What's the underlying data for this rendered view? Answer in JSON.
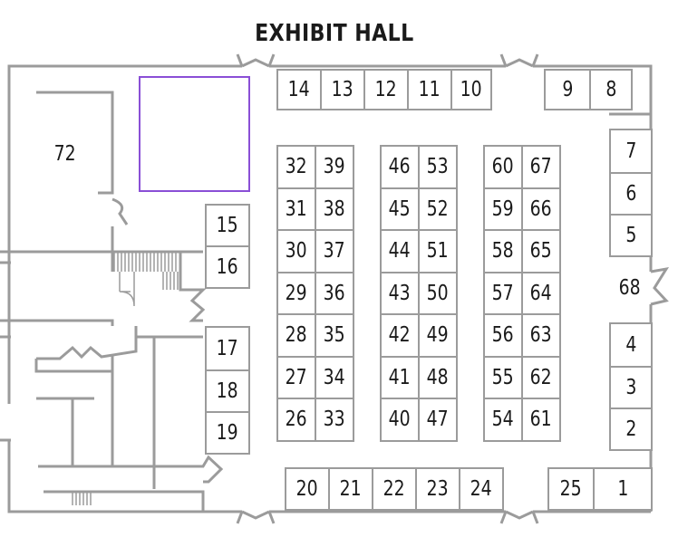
{
  "title": "EXHIBIT HALL",
  "colors": {
    "wall": "#9b9b9b",
    "highlight": "#8a4fd6",
    "text": "#1a1a1a"
  },
  "rooms": {
    "room_72": "72",
    "booth_68": "68"
  },
  "booths": {
    "top_row": [
      "14",
      "13",
      "12",
      "11",
      "10"
    ],
    "top_right": [
      "9",
      "8"
    ],
    "right_column_upper": [
      "7",
      "6",
      "5"
    ],
    "right_column_lower": [
      "4",
      "3",
      "2"
    ],
    "bottom_right": [
      "25",
      "1"
    ],
    "bottom_row": [
      "20",
      "21",
      "22",
      "23",
      "24"
    ],
    "left_column_upper": [
      "15",
      "16"
    ],
    "left_column_lower": [
      "17",
      "18",
      "19"
    ],
    "block_a_left": [
      "32",
      "31",
      "30",
      "29",
      "28",
      "27",
      "26"
    ],
    "block_a_right": [
      "39",
      "38",
      "37",
      "36",
      "35",
      "34",
      "33"
    ],
    "block_b_left": [
      "46",
      "45",
      "44",
      "43",
      "42",
      "41",
      "40"
    ],
    "block_b_right": [
      "53",
      "52",
      "51",
      "50",
      "49",
      "48",
      "47"
    ],
    "block_c_left": [
      "60",
      "59",
      "58",
      "57",
      "56",
      "55",
      "54"
    ],
    "block_c_right": [
      "67",
      "66",
      "65",
      "64",
      "63",
      "62",
      "61"
    ]
  }
}
